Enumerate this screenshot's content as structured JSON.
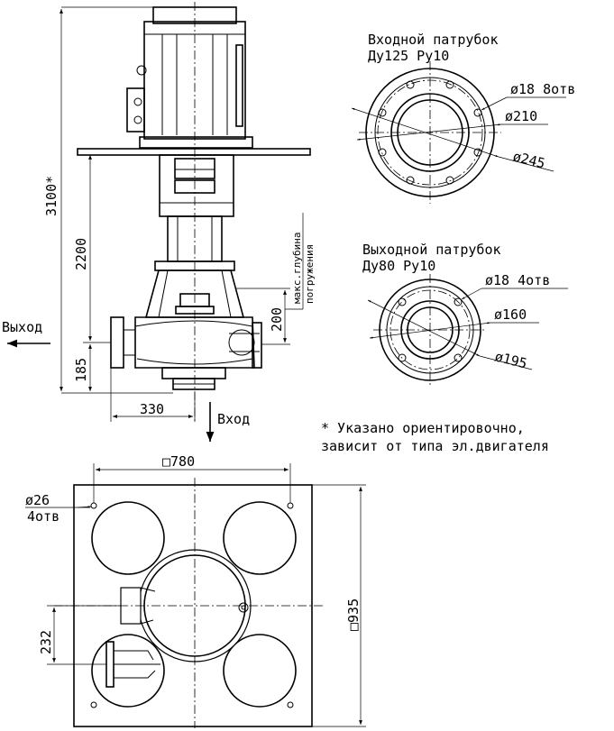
{
  "inlet_flange": {
    "title_line1": "Входной патрубок",
    "title_line2": "Ду125 Ру10",
    "holes_label": "ø18 8отв",
    "bolt_circle_label": "ø210",
    "outer_label": "ø245"
  },
  "outlet_flange": {
    "title_line1": "Выходной патрубок",
    "title_line2": "Ду80 Ру10",
    "holes_label": "ø18 4отв",
    "bolt_circle_label": "ø160",
    "outer_label": "ø195"
  },
  "side_view": {
    "total_height_label": "3100*",
    "shaft_height_label": "2200",
    "base_height_label": "185",
    "depth_label": "200",
    "depth_note_line1": "макс.глубина",
    "depth_note_line2": "погружения",
    "outlet_label": "Выход",
    "inlet_label": "Вход",
    "offset_label": "330"
  },
  "note": {
    "line1": "* Указано ориентировочно,",
    "line2": "зависит от типа эл.двигателя"
  },
  "plan_view": {
    "width_label": "□780",
    "height_label": "□935",
    "hole_dia_label": "ø26",
    "hole_count_label": "4отв",
    "offset_label": "232"
  }
}
